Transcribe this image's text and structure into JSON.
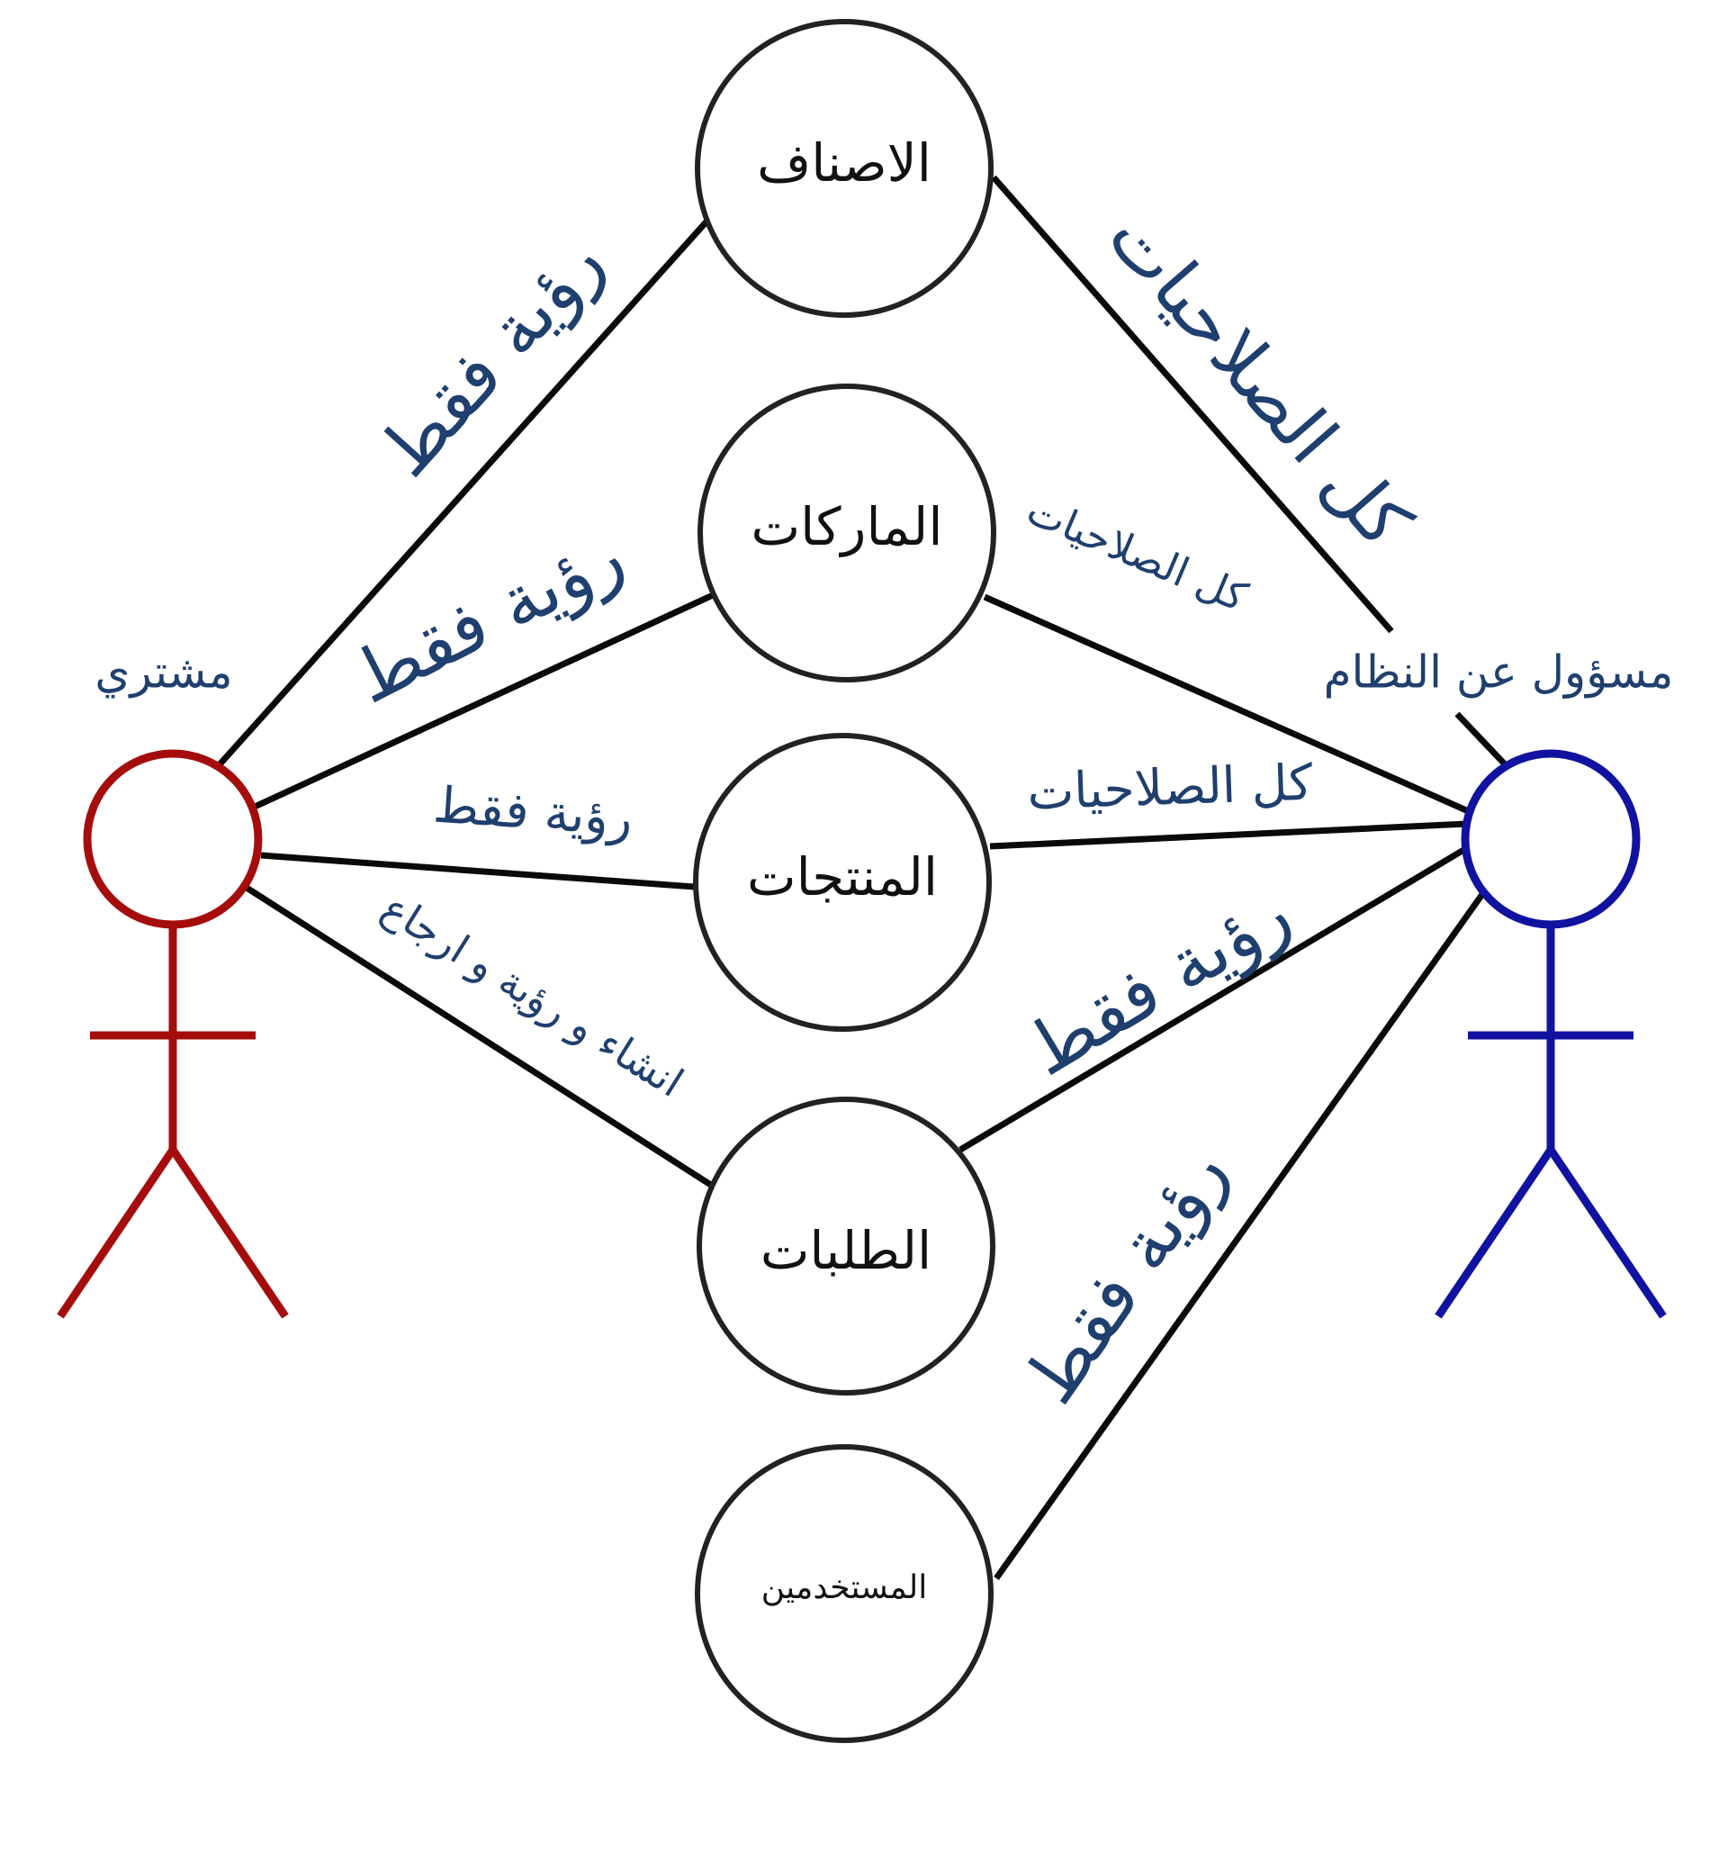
{
  "colors": {
    "label_text": "#1f3f6e",
    "customer_actor": "#a50d0d",
    "admin_actor": "#1212a0",
    "line": "#0a0a0a"
  },
  "use_cases": {
    "categories": "الاصناف",
    "brands": "الماركات",
    "products": "المنتجات",
    "orders": "الطلبات",
    "users": "المستخدمين"
  },
  "actors": {
    "customer": "مشتري",
    "admin": "مسؤول عن النظام"
  },
  "labels": {
    "customer_categories": "رؤية فقط",
    "customer_brands": "رؤية فقط",
    "customer_products": "رؤية فقط",
    "customer_orders": "انشاء و رؤية و ارجاع",
    "admin_categories": "كل الصلاحيات",
    "admin_brands": "كل الصلاحيات",
    "admin_products": "كل الصلاحيات",
    "admin_orders": "رؤية فقط",
    "admin_users": "رؤية فقط"
  }
}
